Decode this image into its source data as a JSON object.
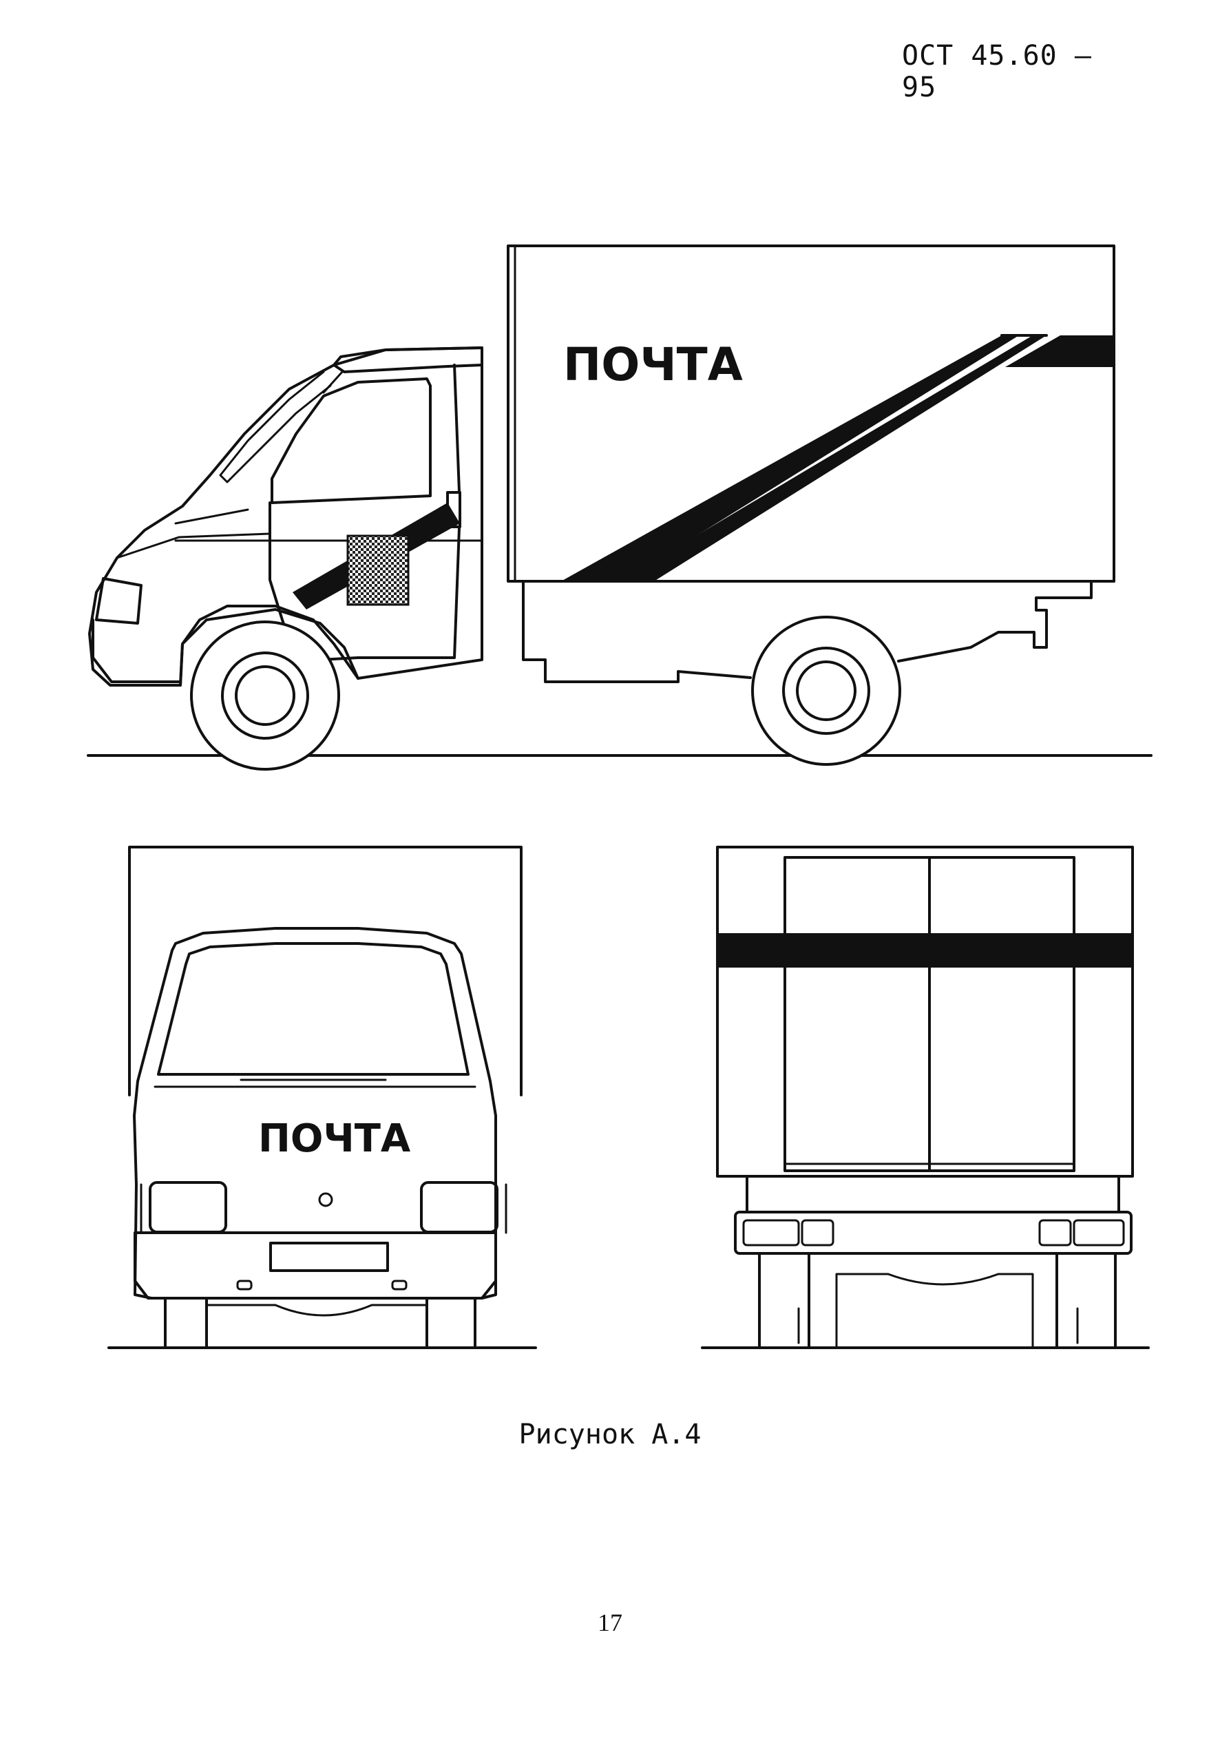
{
  "header": {
    "doc_code": "ОСТ 45.60 – 95"
  },
  "figure": {
    "side_label": "ПОЧТА",
    "front_label": "ПОЧТА"
  },
  "caption": "Рисунок А.4",
  "page_number": "17"
}
